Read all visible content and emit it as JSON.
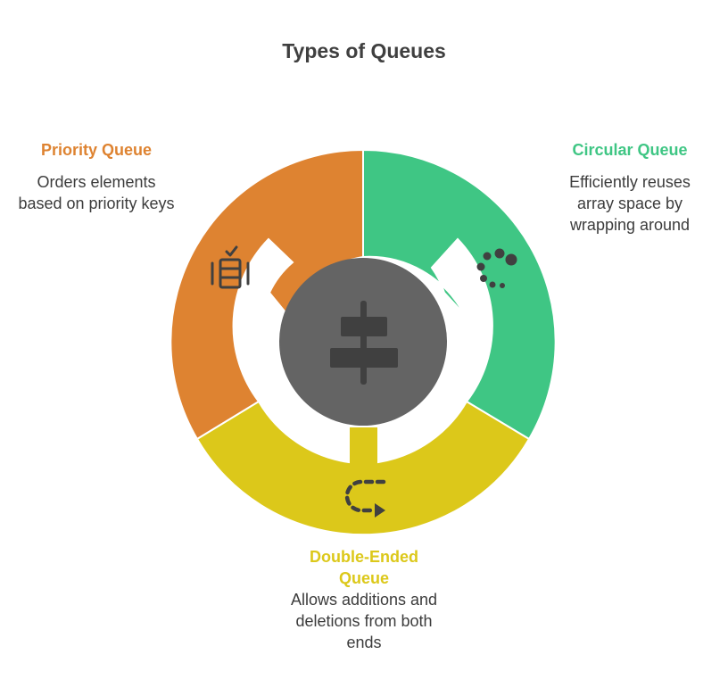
{
  "title": "Types of Queues",
  "colors": {
    "priority": "#de8331",
    "circular": "#3fc684",
    "deque": "#dcc81a",
    "center": "#646464",
    "icon": "#404040",
    "text": "#3c3c3c"
  },
  "segments": {
    "priority": {
      "title": "Priority Queue",
      "description": "Orders elements based on priority keys",
      "icon": "list-with-check-icon"
    },
    "circular": {
      "title": "Circular Queue",
      "description": "Efficiently reuses array space by wrapping around",
      "icon": "dotted-circle-icon"
    },
    "deque": {
      "title": "Double-Ended Queue",
      "description": "Allows additions and deletions from both ends",
      "icon": "loop-arrow-icon"
    }
  },
  "center": {
    "icon": "align-center-icon"
  }
}
